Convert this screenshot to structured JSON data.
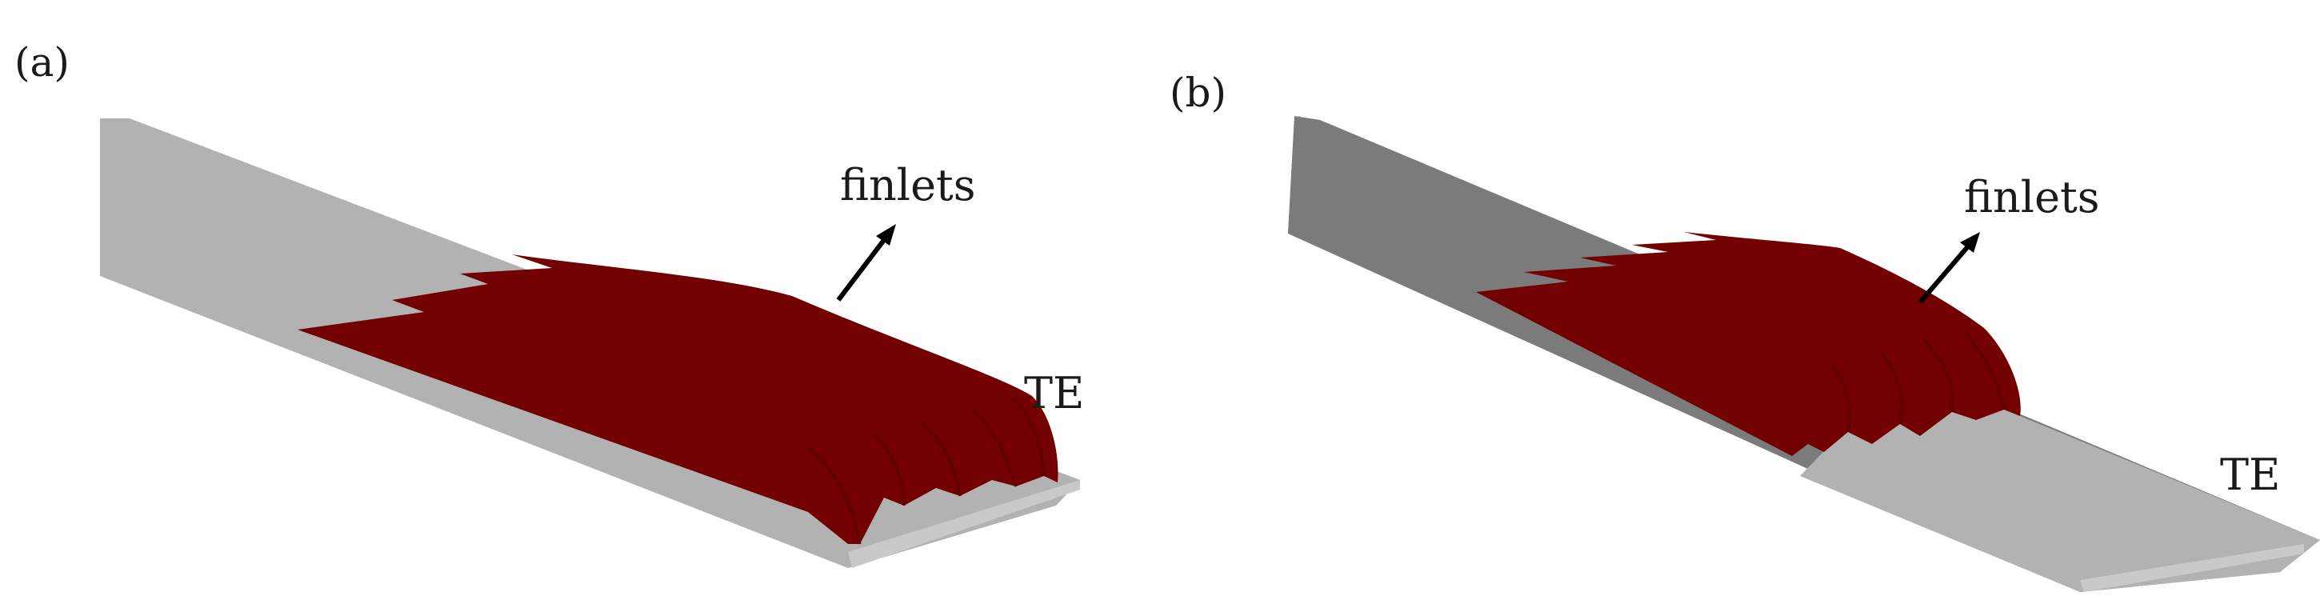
{
  "panels": [
    {
      "label": "(a)",
      "annotation": "finlets",
      "edge_label": "TE"
    },
    {
      "label": "(b)",
      "annotation": "finlets",
      "edge_label": "TE"
    }
  ],
  "colors": {
    "plate_top": "#b2b2b2",
    "plate_side": "#7b7b7b",
    "plate_edge": "#c9c9c9",
    "finlet": "#720000",
    "finlet_dark": "#5c0000",
    "arrow": "#000000"
  }
}
